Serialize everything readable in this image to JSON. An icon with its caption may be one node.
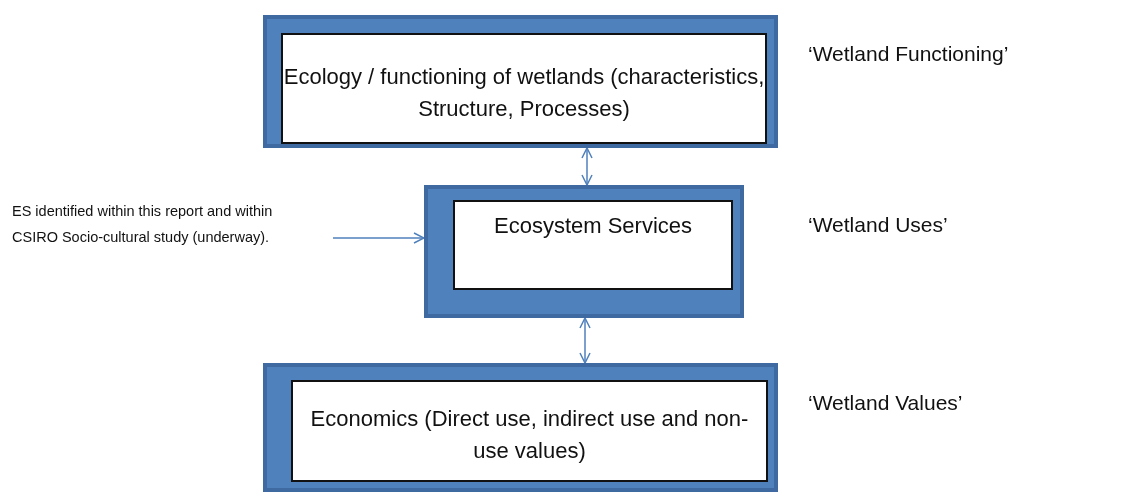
{
  "diagram": {
    "nodes": [
      {
        "text": [
          "Ecology / functioning of wetlands (characteristics, Structure, Processes)"
        ],
        "beside": [
          "‘Wetland Functioning’"
        ]
      },
      {
        "text": [
          "Ecosystem Services"
        ],
        "beside": [
          "‘Wetland Uses’"
        ]
      },
      {
        "text": [
          "Economics (Direct use, indirect use and non-use values)"
        ],
        "beside": [
          "‘Wetland Values’"
        ]
      },
      {
        "text": [
          "ES identified within this report and within CSIRO Socio-cultural study (underway)."
        ]
      }
    ],
    "edges": [
      {
        "from": 0,
        "to": 1,
        "arrow": "both"
      },
      {
        "from": 1,
        "to": 2,
        "arrow": "both"
      },
      {
        "from": 3,
        "to": 1,
        "arrow": "to"
      }
    ]
  }
}
